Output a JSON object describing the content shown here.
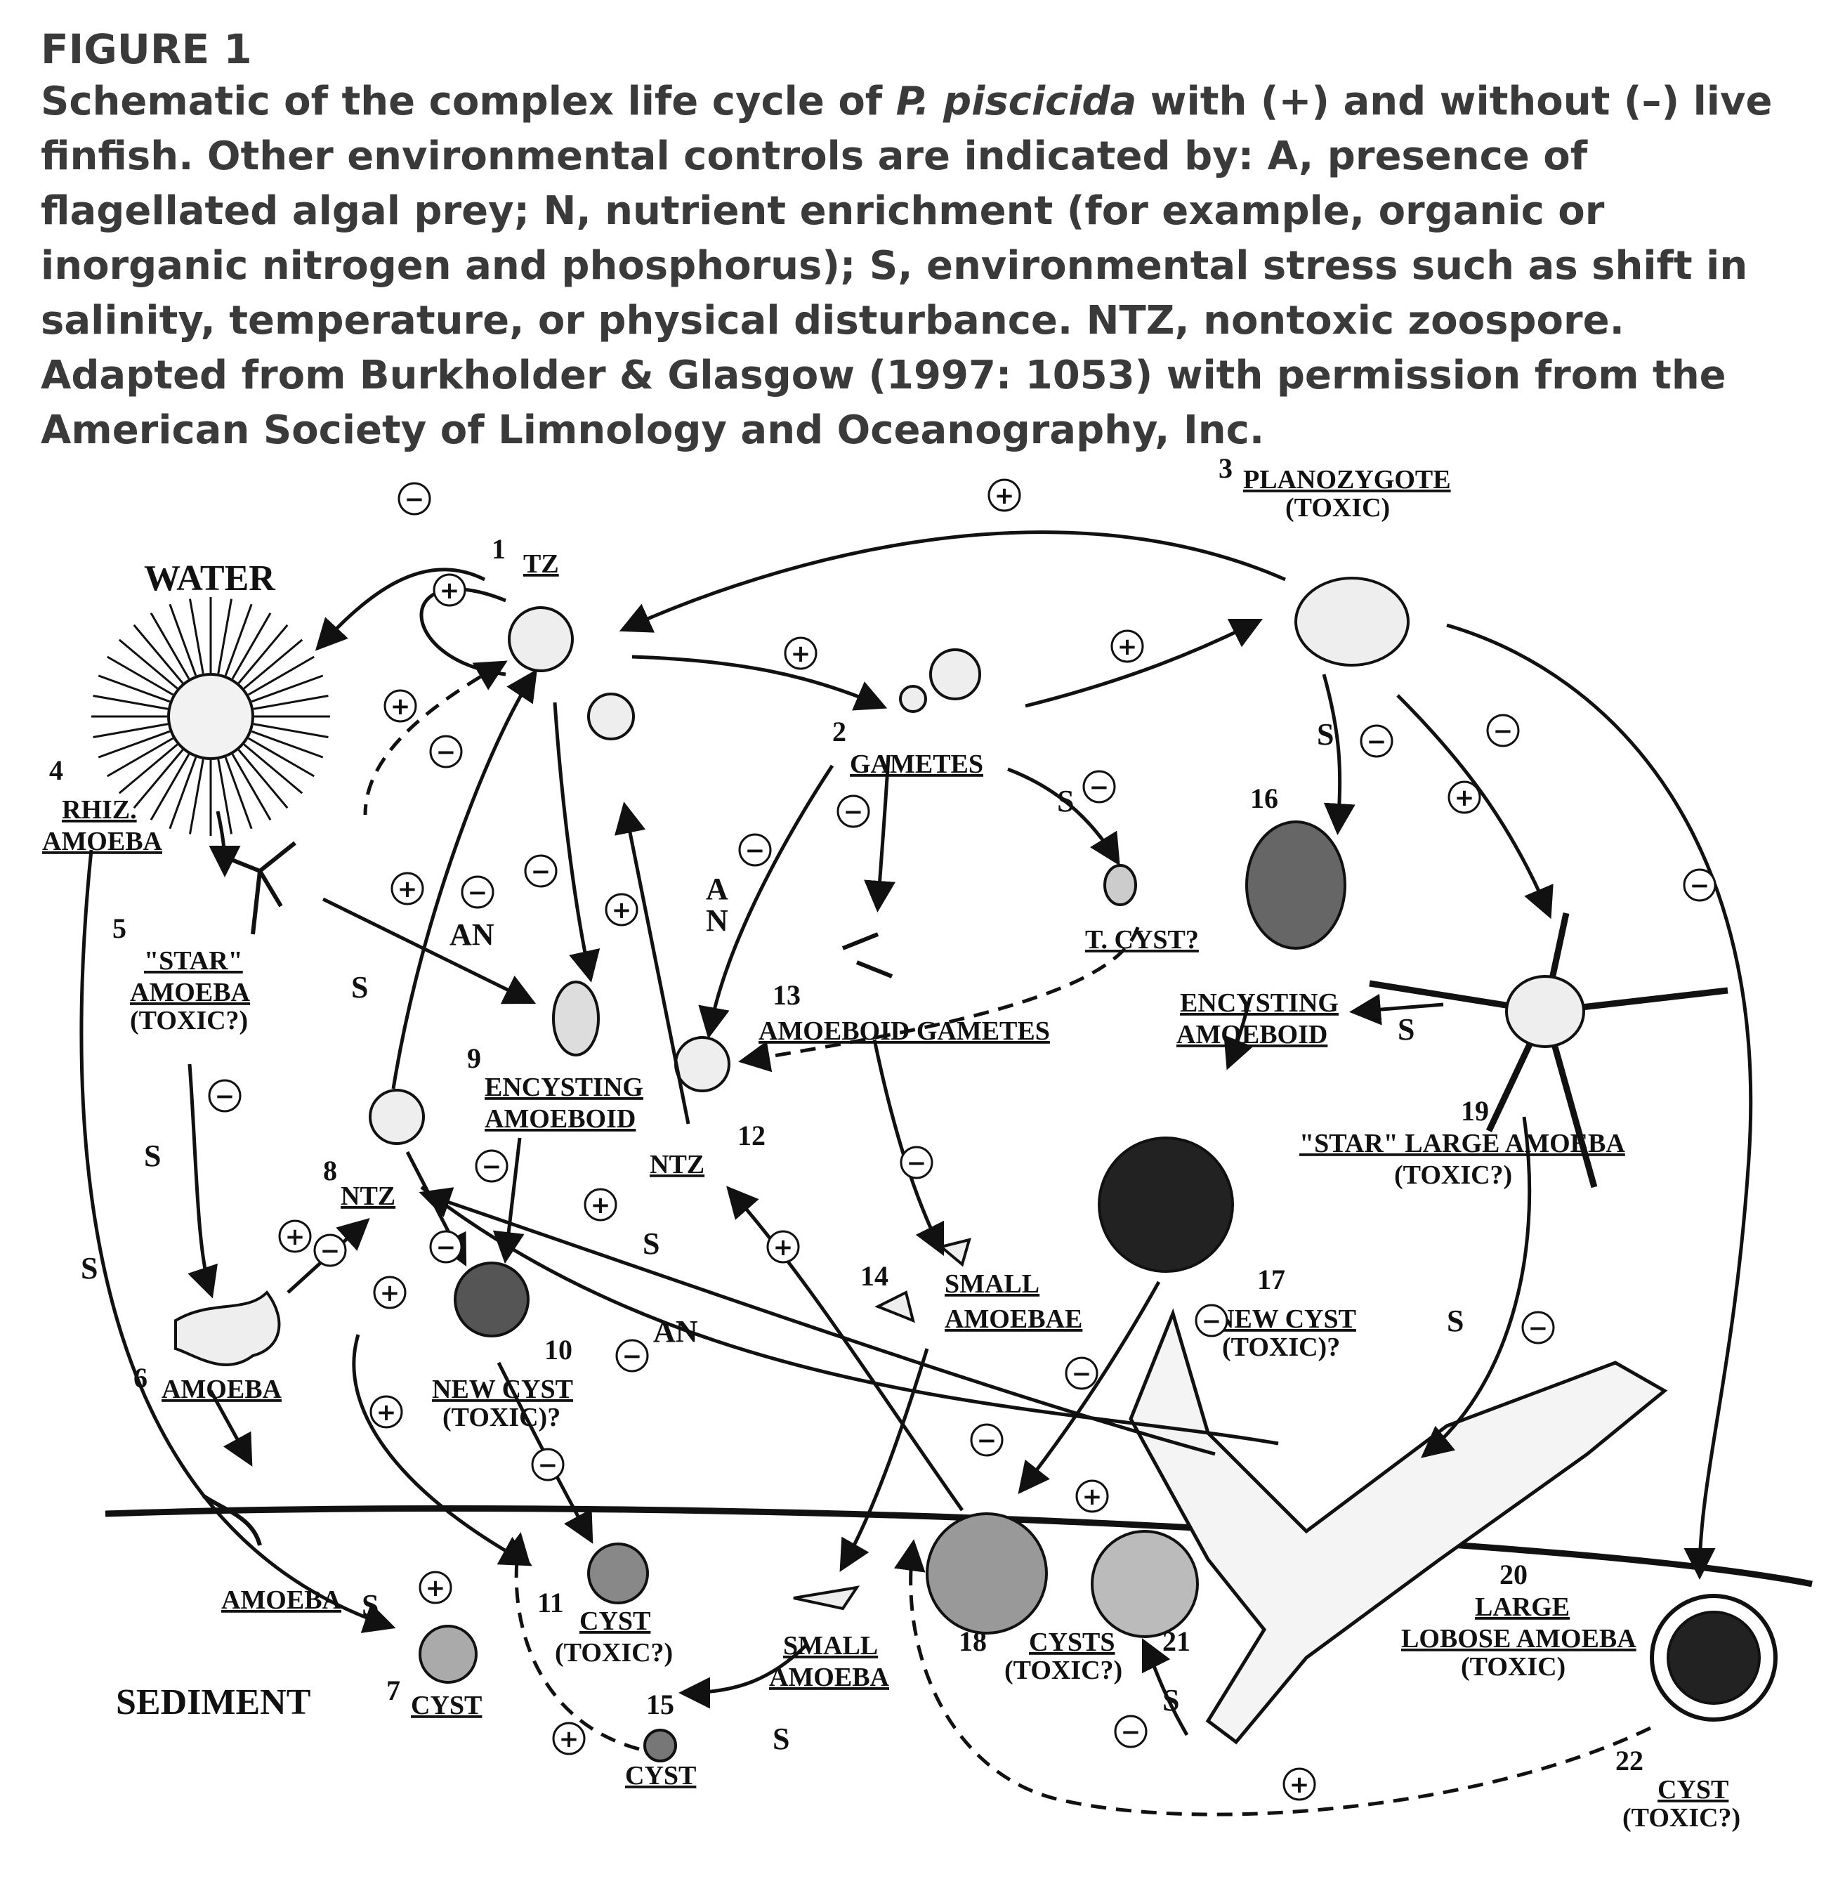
{
  "caption": {
    "label": "FIGURE 1",
    "line1_a": "Schematic of the complex life cycle of ",
    "line1_species": "P. piscicida",
    "line1_b": " with (+) and without (–) live finfish.",
    "rest": "Other environmental controls are indicated by: A, presence of flagellated algal prey; N, nutrient enrichment (for example, organic or inorganic nitrogen and phosphorus); S, environmental stress such as shift in salinity, temperature, or physical disturbance. NTZ, nontoxic zoospore. Adapted from Burkholder & Glasgow (1997: 1053) with permission from the American Society of Limnology and Oceanography, Inc."
  },
  "zones": {
    "water": "WATER",
    "sediment": "SEDIMENT"
  },
  "stages": {
    "s1": {
      "num": "1",
      "name": "TZ"
    },
    "s2": {
      "num": "2",
      "name": "GAMETES"
    },
    "s3": {
      "num": "3",
      "name": "PLANOZYGOTE",
      "note": "(TOXIC)"
    },
    "s4": {
      "num": "4",
      "name1": "RHIZ.",
      "name2": "AMOEBA"
    },
    "s5": {
      "num": "5",
      "name1": "\"STAR\"",
      "name2": "AMOEBA",
      "note": "(TOXIC?)"
    },
    "s6": {
      "num": "6",
      "name": "AMOEBA"
    },
    "s6b": {
      "name": "AMOEBA"
    },
    "s7": {
      "num": "7",
      "name": "CYST"
    },
    "s8": {
      "num": "8",
      "name": "NTZ"
    },
    "s9": {
      "num": "9",
      "name1": "ENCYSTING",
      "name2": "AMOEBOID"
    },
    "s10": {
      "num": "10",
      "name": "NEW CYST",
      "note": "(TOXIC)?"
    },
    "s11": {
      "num": "11",
      "name": "CYST",
      "note": "(TOXIC?)"
    },
    "s12": {
      "num": "12",
      "name": "NTZ"
    },
    "s13": {
      "num": "13",
      "name": "AMOEBOID GAMETES"
    },
    "s14": {
      "num": "14",
      "name1": "SMALL",
      "name2": "AMOEBAE"
    },
    "s14b": {
      "name1": "SMALL",
      "name2": "AMOEBA"
    },
    "s15": {
      "num": "15",
      "name": "CYST"
    },
    "s16": {
      "num": "16",
      "name1": "ENCYSTING",
      "name2": "AMOEBOID"
    },
    "s17": {
      "num": "17",
      "name": "NEW CYST",
      "note": "(TOXIC)?"
    },
    "s18": {
      "num": "18",
      "name": "CYSTS",
      "note": "(TOXIC?)"
    },
    "s19": {
      "num": "19",
      "name": "\"STAR\" LARGE AMOEBA",
      "note": "(TOXIC?)"
    },
    "s20": {
      "num": "20",
      "name1": "LARGE",
      "name2": "LOBOSE AMOEBA",
      "note": "(TOXIC)"
    },
    "s21": {
      "num": "21"
    },
    "s22": {
      "num": "22",
      "name": "CYST",
      "note": "(TOXIC?)"
    },
    "tcyst": {
      "name": "T. CYST?"
    }
  },
  "controls": {
    "S": "S",
    "AN": "AN",
    "A": "A",
    "N": "N",
    "plus": "+",
    "minus": "−"
  }
}
